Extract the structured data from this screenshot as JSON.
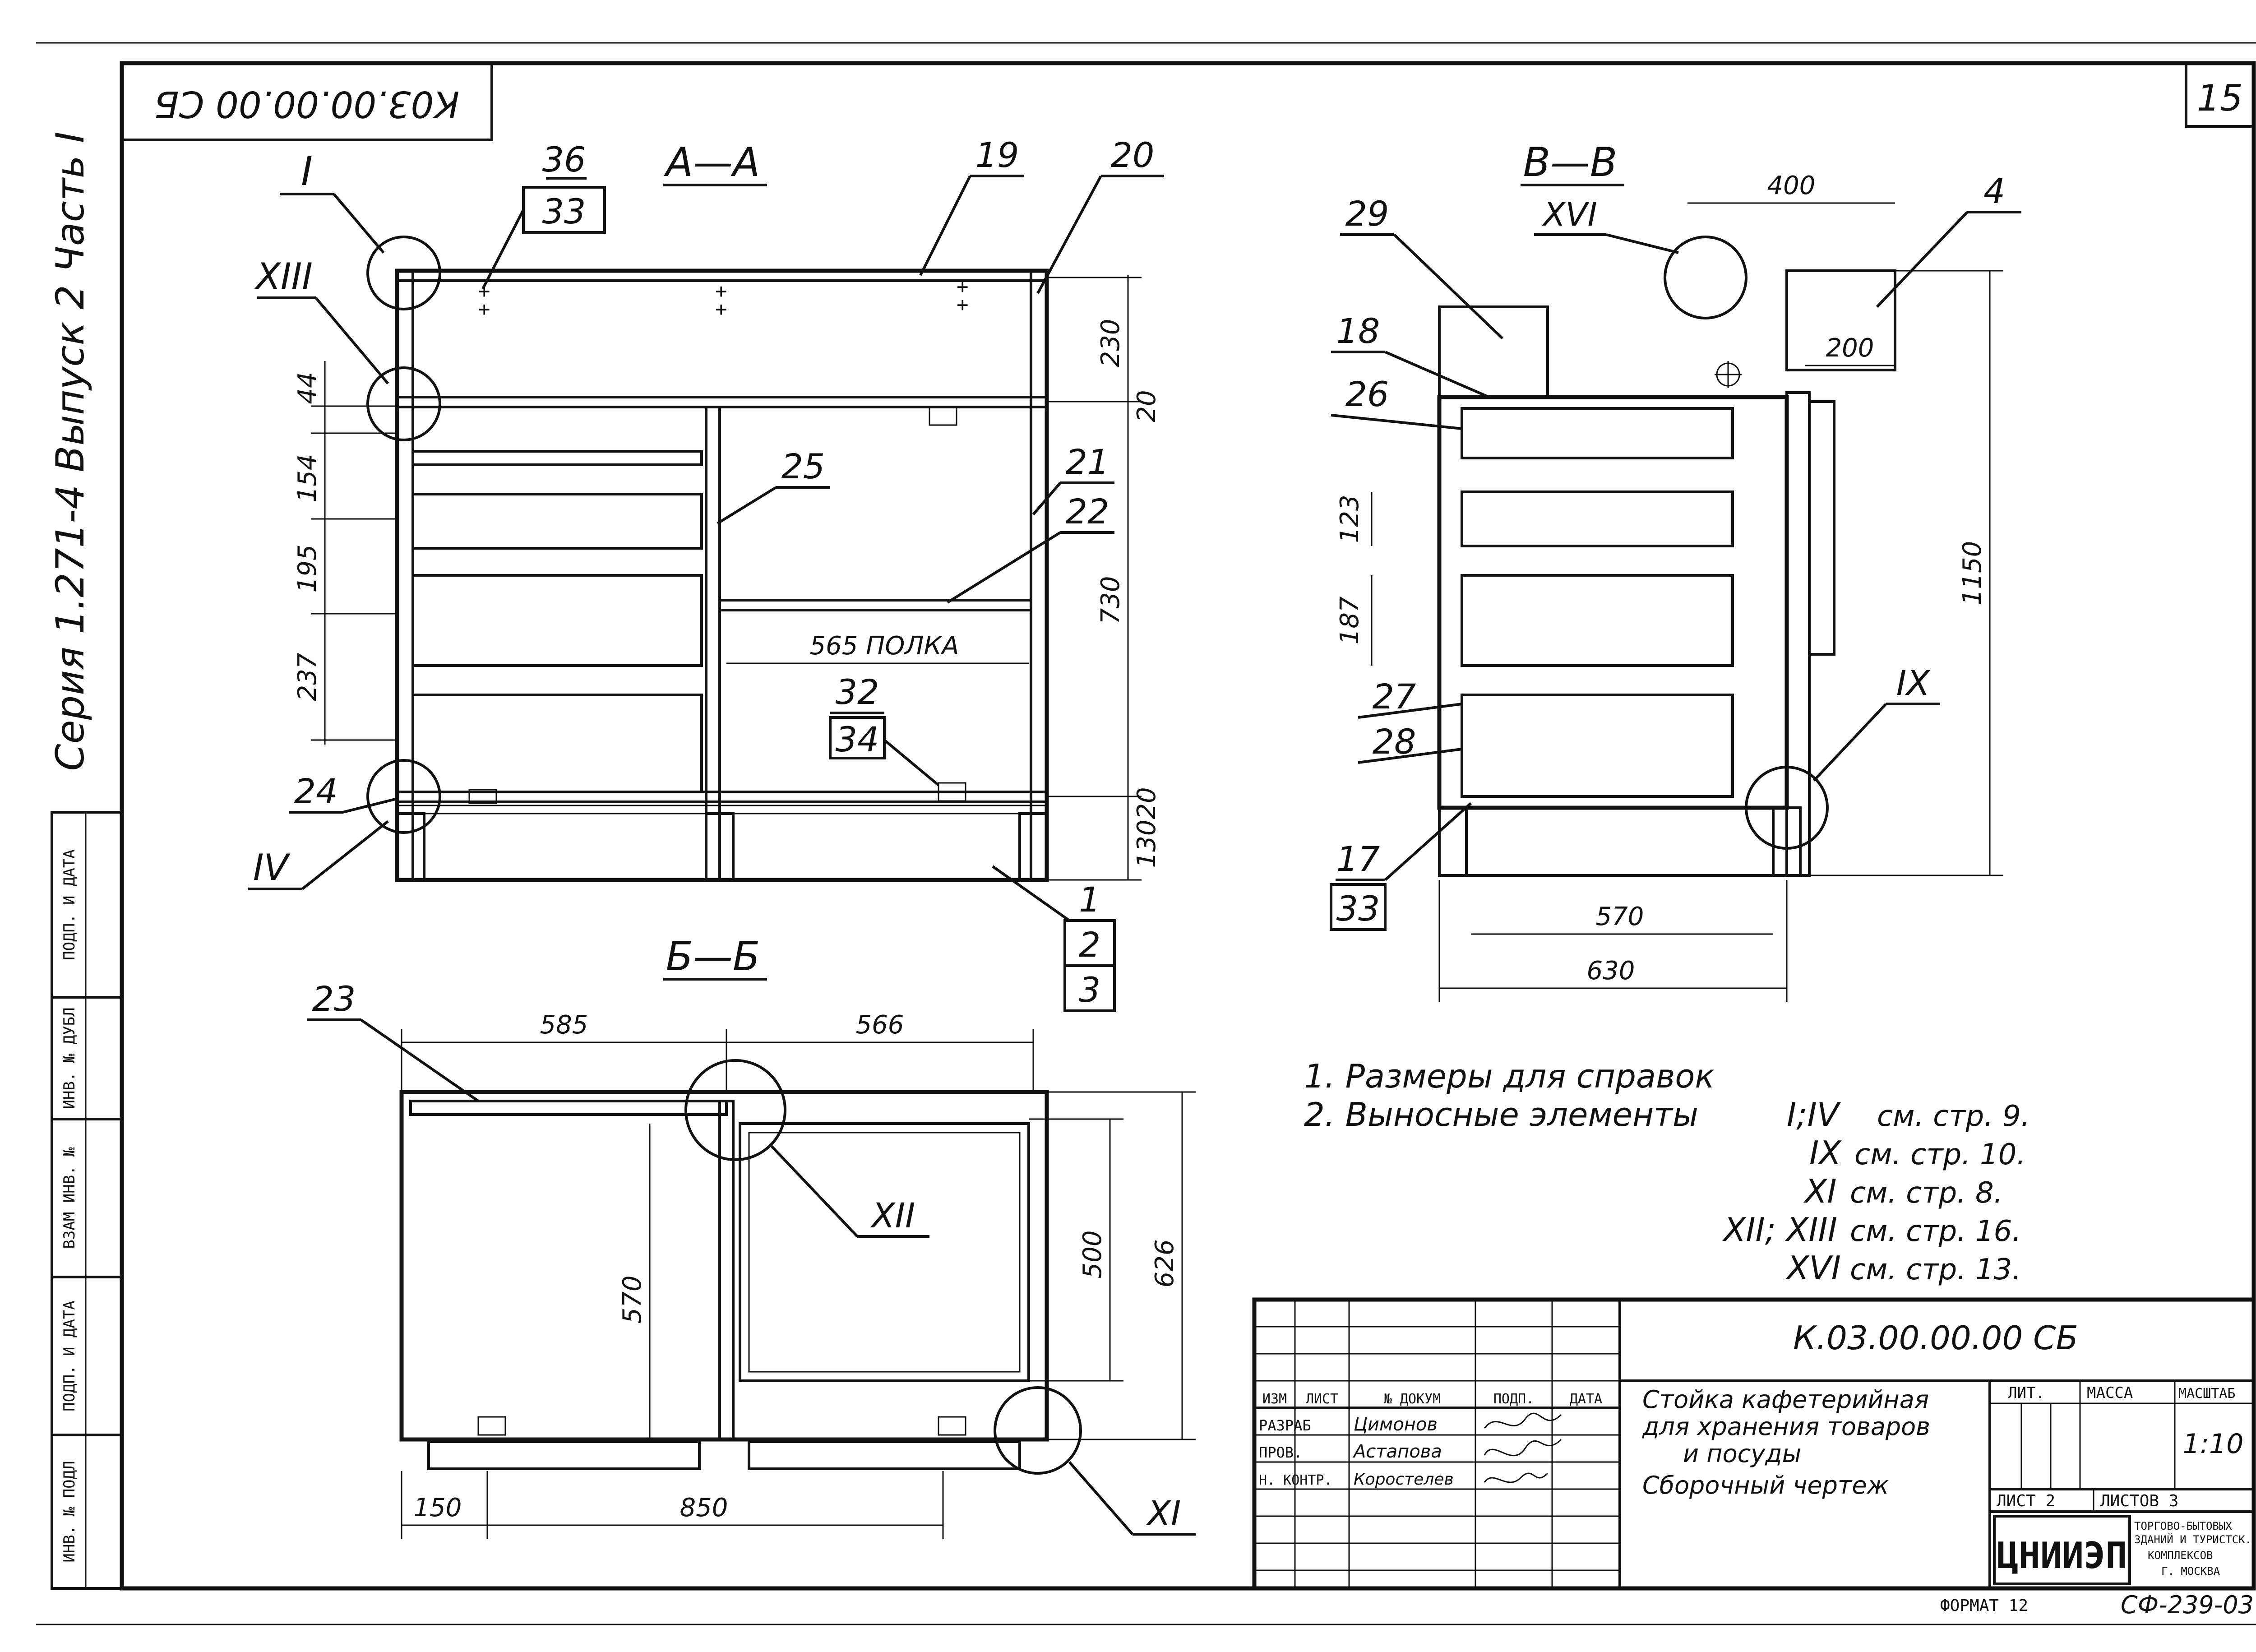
{
  "sheet": {
    "page_number": "15",
    "stamp_code_rotated": "К03.00.00.00 СБ",
    "series_vertical": "Серия 1.271-4 Выпуск 2 Часть I",
    "format": "ФОРМАТ 12",
    "archive_no": "СФ-239-03"
  },
  "left_strip": [
    "ИНВ. № ПОДЛ",
    "ПОДП. И ДАТА",
    "ВЗАМ ИНВ. №",
    "ИНВ. № ДУБЛ",
    "ПОДП. И ДАТА"
  ],
  "views": {
    "aa": {
      "title": "А—А",
      "callouts": [
        "36",
        "33",
        "19",
        "20",
        "25",
        "21",
        "22",
        "32",
        "34",
        "24",
        "1",
        "2",
        "3"
      ],
      "details": [
        "I",
        "XIII",
        "IV"
      ],
      "dims": [
        "44",
        "154",
        "195",
        "237",
        "230",
        "20",
        "730",
        "20",
        "130"
      ],
      "shelf_label": "565 ПОЛКА"
    },
    "bb": {
      "title": "В—В",
      "callouts": [
        "29",
        "18",
        "26",
        "27",
        "28",
        "17",
        "33",
        "4"
      ],
      "details": [
        "XVI",
        "IX"
      ],
      "dims": [
        "400",
        "200",
        "123",
        "187",
        "1150",
        "570",
        "630"
      ]
    },
    "b6": {
      "title": "Б—Б",
      "callouts": [
        "23"
      ],
      "details": [
        "XII",
        "XI"
      ],
      "dims": [
        "585",
        "566",
        "570",
        "500",
        "626",
        "150",
        "850"
      ]
    }
  },
  "notes": {
    "n1": "1.  Размеры для справок",
    "n2": "2.  Выносные элементы",
    "n2_ref": "I;IV",
    "n2_page": "см. стр. 9.",
    "r2_num": "IX",
    "r2_page": "см. стр. 10.",
    "r3_num": "XI",
    "r3_page": "см. стр. 8.",
    "r4_num": "XII; XIII",
    "r4_page": "см. стр. 16.",
    "r5_num": "XVI",
    "r5_page": "см. стр. 13."
  },
  "title_block": {
    "code": "К.03.00.00.00  СБ",
    "name_1": "Стойка кафетерийная",
    "name_2": "для хранения товаров",
    "name_3": "и посуды",
    "name_4": "Сборочный чертеж",
    "head_izm": "ИЗМ",
    "head_list": "ЛИСТ",
    "head_doc": "№ ДОКУМ",
    "head_podp": "ПОДП.",
    "head_data": "ДАТА",
    "role_1": "РАЗРАБ",
    "person_1": "Цимонов",
    "role_2": "ПРОВ.",
    "person_2": "Астапова",
    "role_3": "Н. КОНТР.",
    "person_3": "Коростелев",
    "lit_label": "ЛИТ.",
    "mass_label": "МАССА",
    "scale_label": "МАСШТАБ",
    "scale_value": "1:10",
    "sheet_label": "ЛИСТ 2",
    "sheets_label": "ЛИСТОВ 3",
    "org_logo": "ЦНИИЭП",
    "org_1": "ТОРГОВО-БЫТОВЫХ",
    "org_2": "ЗДАНИЙ И ТУРИСТСК.",
    "org_3": "КОМПЛЕКСОВ",
    "org_4": "Г. МОСКВА"
  }
}
